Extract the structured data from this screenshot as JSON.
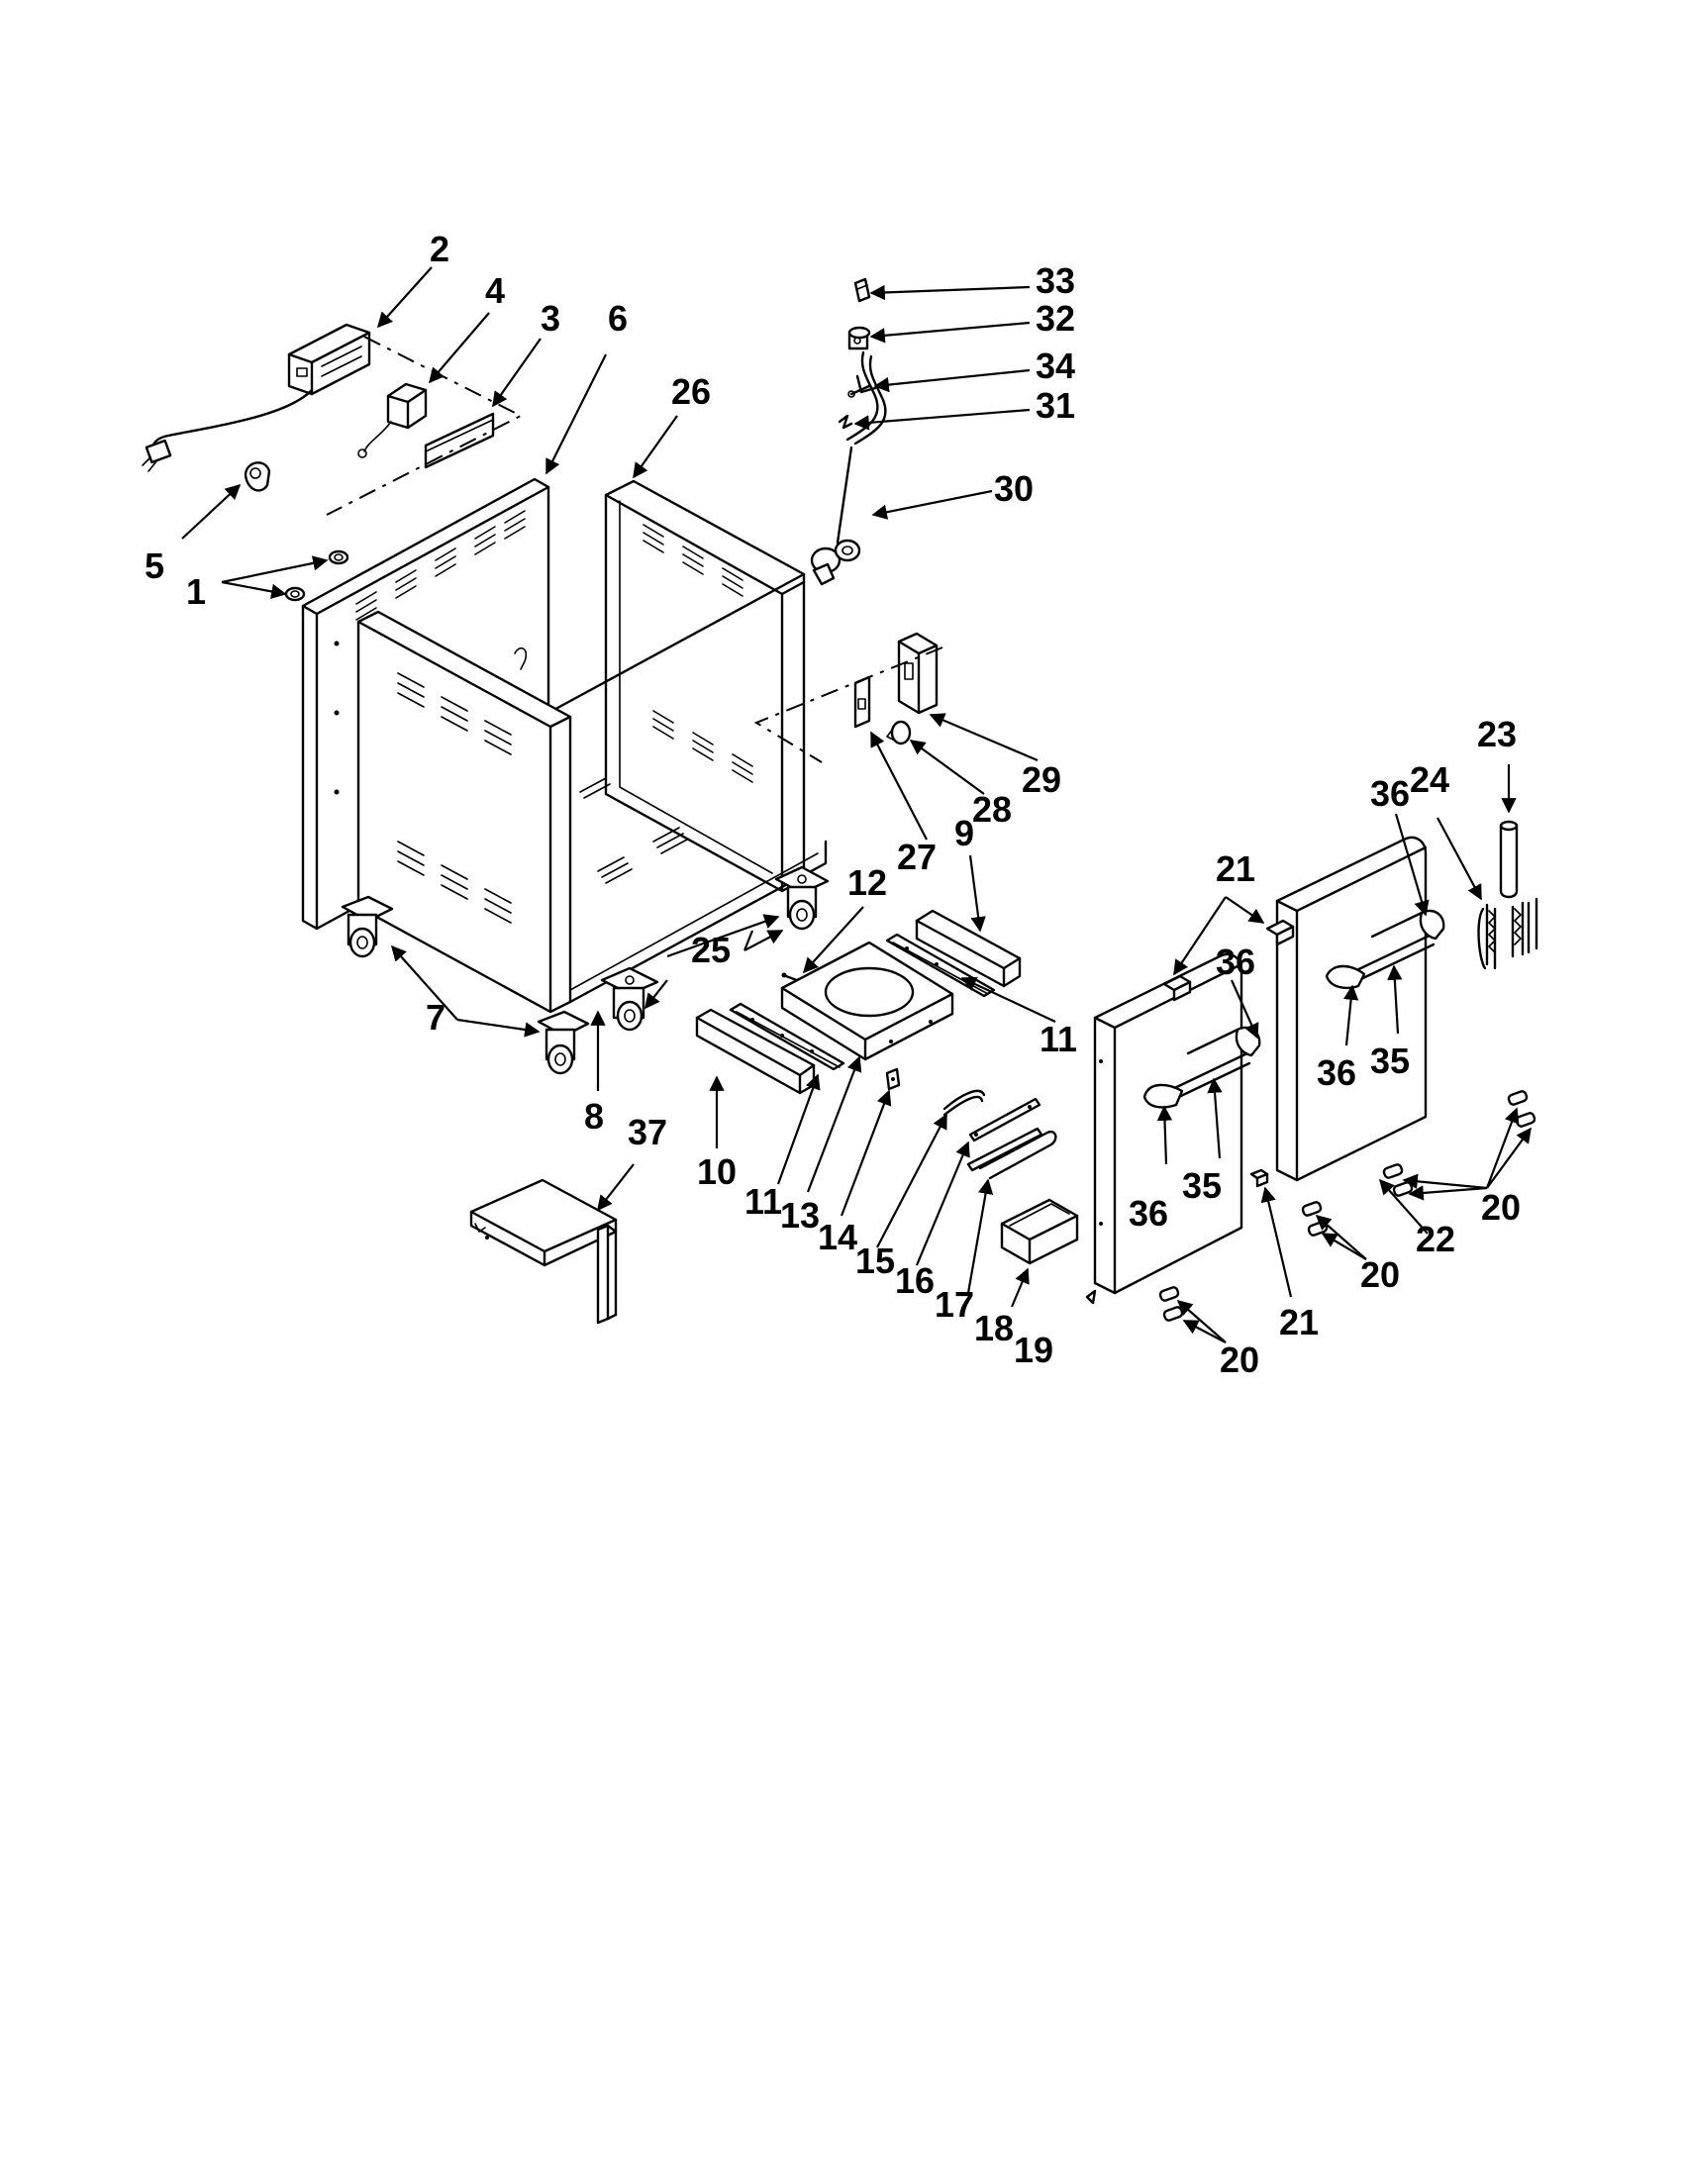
{
  "callouts": [
    {
      "id": "c2",
      "label": "2"
    },
    {
      "id": "c4",
      "label": "4"
    },
    {
      "id": "c3",
      "label": "3"
    },
    {
      "id": "c6",
      "label": "6"
    },
    {
      "id": "c26",
      "label": "26"
    },
    {
      "id": "c5",
      "label": "5"
    },
    {
      "id": "c1",
      "label": "1"
    },
    {
      "id": "c33",
      "label": "33"
    },
    {
      "id": "c32",
      "label": "32"
    },
    {
      "id": "c34",
      "label": "34"
    },
    {
      "id": "c31",
      "label": "31"
    },
    {
      "id": "c30",
      "label": "30"
    },
    {
      "id": "c29",
      "label": "29"
    },
    {
      "id": "c28",
      "label": "28"
    },
    {
      "id": "c27",
      "label": "27"
    },
    {
      "id": "c9",
      "label": "9"
    },
    {
      "id": "c12",
      "label": "12"
    },
    {
      "id": "c25",
      "label": "25"
    },
    {
      "id": "c7",
      "label": "7"
    },
    {
      "id": "c8",
      "label": "8"
    },
    {
      "id": "c11a",
      "label": "11"
    },
    {
      "id": "c10",
      "label": "10"
    },
    {
      "id": "c11b",
      "label": "11"
    },
    {
      "id": "c13",
      "label": "13"
    },
    {
      "id": "c14",
      "label": "14"
    },
    {
      "id": "c15",
      "label": "15"
    },
    {
      "id": "c16",
      "label": "16"
    },
    {
      "id": "c17",
      "label": "17"
    },
    {
      "id": "c18",
      "label": "18"
    },
    {
      "id": "c19",
      "label": "19"
    },
    {
      "id": "c37",
      "label": "37"
    },
    {
      "id": "c21a",
      "label": "21"
    },
    {
      "id": "c36a",
      "label": "36"
    },
    {
      "id": "c36b",
      "label": "36"
    },
    {
      "id": "c36c",
      "label": "36"
    },
    {
      "id": "c36d",
      "label": "36"
    },
    {
      "id": "c35a",
      "label": "35"
    },
    {
      "id": "c35b",
      "label": "35"
    },
    {
      "id": "c24",
      "label": "24"
    },
    {
      "id": "c23",
      "label": "23"
    },
    {
      "id": "c20a",
      "label": "20"
    },
    {
      "id": "c20b",
      "label": "20"
    },
    {
      "id": "c20c",
      "label": "20"
    },
    {
      "id": "c22",
      "label": "22"
    },
    {
      "id": "c21b",
      "label": "21"
    }
  ]
}
